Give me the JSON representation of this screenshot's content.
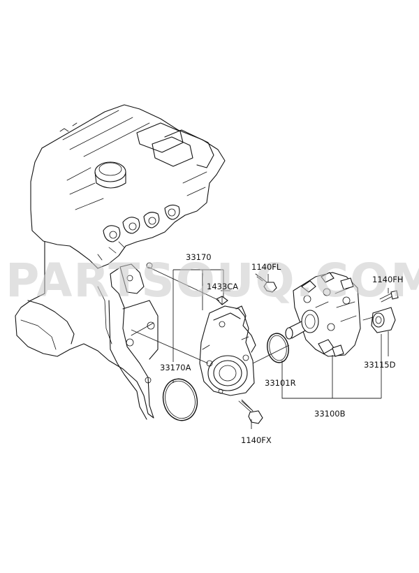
{
  "watermark": "PARTSOUQ.COM",
  "labels": {
    "p33170": "33170",
    "p1140FL": "1140FL",
    "p1433CA": "1433CA",
    "p1140FH": "1140FH",
    "p33170A": "33170A",
    "p33101R": "33101R",
    "p33115D": "33115D",
    "p33100B": "33100B",
    "p1140FX": "1140FX"
  }
}
